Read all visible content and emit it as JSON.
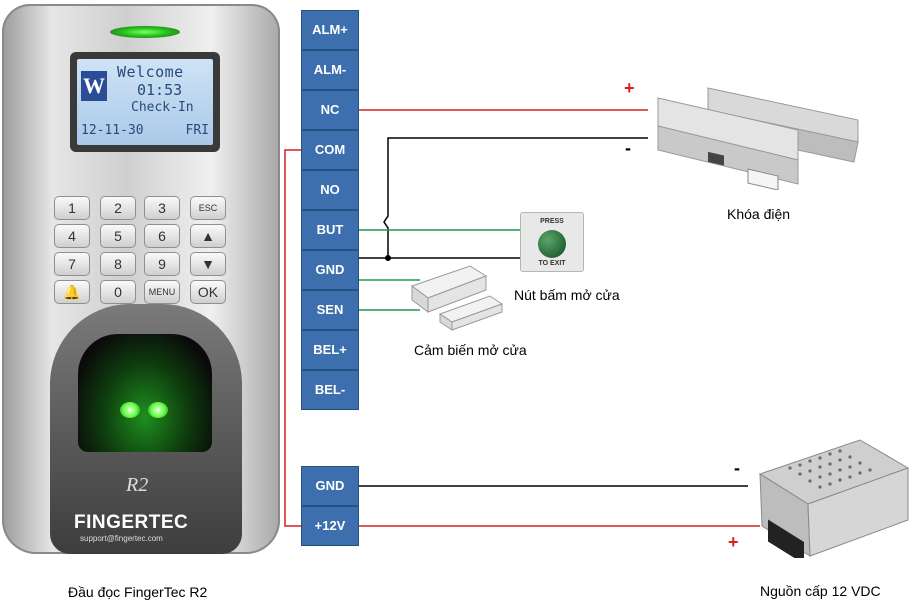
{
  "reader": {
    "lcd": {
      "logo": "W",
      "welcome": "Welcome",
      "time": "01:53",
      "status": "Check-In",
      "date": "12-11-30",
      "day": "FRI"
    },
    "keys": [
      {
        "label": "1"
      },
      {
        "label": "2"
      },
      {
        "label": "3"
      },
      {
        "label": "ESC"
      },
      {
        "label": "4"
      },
      {
        "label": "5"
      },
      {
        "label": "6"
      },
      {
        "label": "▲"
      },
      {
        "label": "7"
      },
      {
        "label": "8"
      },
      {
        "label": "9"
      },
      {
        "label": "▼"
      },
      {
        "label": "🔔"
      },
      {
        "label": "0"
      },
      {
        "label": "MENU"
      },
      {
        "label": "OK"
      }
    ],
    "model": "R2",
    "brand": "FINGERTEC",
    "support": "support@fingertec.com",
    "caption": "Đầu đọc FingerTec R2"
  },
  "terminals_top": [
    "ALM+",
    "ALM-",
    "NC",
    "COM",
    "NO",
    "BUT",
    "GND",
    "SEN",
    "BEL+",
    "BEL-"
  ],
  "terminals_power": [
    "GND",
    "+12V"
  ],
  "lock": {
    "caption": "Khóa điện",
    "plus": "+",
    "minus": "-"
  },
  "exit_button": {
    "press": "PRESS",
    "to_exit": "TO EXIT",
    "caption": "Nút bấm mở cửa"
  },
  "door_sensor": {
    "caption": "Cảm biến mở cửa"
  },
  "power_supply": {
    "caption": "Nguồn cấp 12 VDC",
    "plus": "+",
    "minus": "-"
  },
  "colors": {
    "terminal": "#3d6fae",
    "red_wire": "#d42020",
    "black_wire": "#000000",
    "green_wire": "#1e9a4a",
    "led_green": "#28c21a"
  }
}
